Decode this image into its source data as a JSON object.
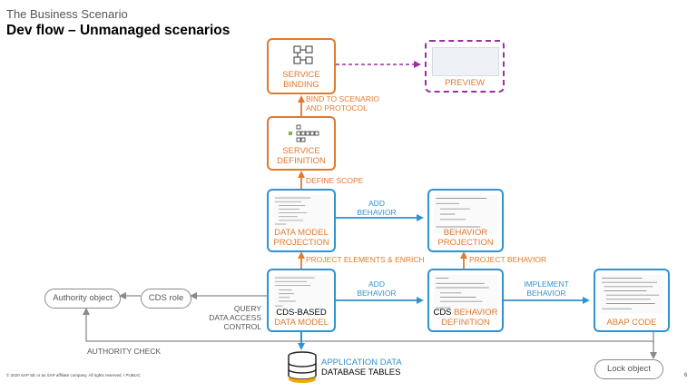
{
  "header": {
    "supertitle": "The Business Scenario",
    "title": "Dev flow – Unmanaged scenarios"
  },
  "nodes": {
    "service_binding": {
      "line1": "SERVICE",
      "line2": "BINDING"
    },
    "preview": {
      "label": "PREVIEW"
    },
    "service_definition": {
      "line1": "SERVICE",
      "line2": "DEFINITION"
    },
    "data_model_projection": {
      "line1": "DATA MODEL",
      "line2": "PROJECTION"
    },
    "behavior_projection": {
      "line1": "BEHAVIOR",
      "line2": "PROJECTION"
    },
    "cds_data_model": {
      "line1": "CDS-BASED",
      "line2": "DATA MODEL"
    },
    "cds_behavior_definition": {
      "line1a": "CDS",
      "line1b": "BEHAVIOR",
      "line2": "DEFINITION"
    },
    "abap_code": {
      "label": "ABAP CODE"
    },
    "authority_object": {
      "label": "Authority object"
    },
    "cds_role": {
      "label": "CDS role"
    },
    "lock_object": {
      "label": "Lock object"
    },
    "application_data": {
      "line1": "APPLICATION DATA",
      "line2": "DATABASE TABLES"
    }
  },
  "edges": {
    "bind_to_scenario": {
      "line1": "BIND TO SCENARIO",
      "line2": "AND PROTOCOL"
    },
    "define_scope": {
      "label": "DEFINE SCOPE"
    },
    "add_behavior_top": {
      "line1": "ADD",
      "line2": "BEHAVIOR"
    },
    "project_elements": {
      "label": "PROJECT ELEMENTS & ENRICH"
    },
    "project_behavior": {
      "label": "PROJECT BEHAVIOR"
    },
    "add_behavior_bottom": {
      "line1": "ADD",
      "line2": "BEHAVIOR"
    },
    "implement_behavior": {
      "line1": "IMPLEMENT",
      "line2": "BEHAVIOR"
    },
    "query_access": {
      "line1": "QUERY",
      "line2": "DATA ACCESS",
      "line3": "CONTROL"
    },
    "authority_check": {
      "label": "AUTHORITY CHECK"
    }
  },
  "footer": {
    "copyright": "© 2020 SAP SE or an SAP affiliate company. All rights reserved.  ǀ  PUBLIC",
    "page": "6"
  },
  "colors": {
    "orange": "#e07a2e",
    "blue": "#2f93d1",
    "purple": "#9b2fa0",
    "gray": "#8a8a8a"
  }
}
